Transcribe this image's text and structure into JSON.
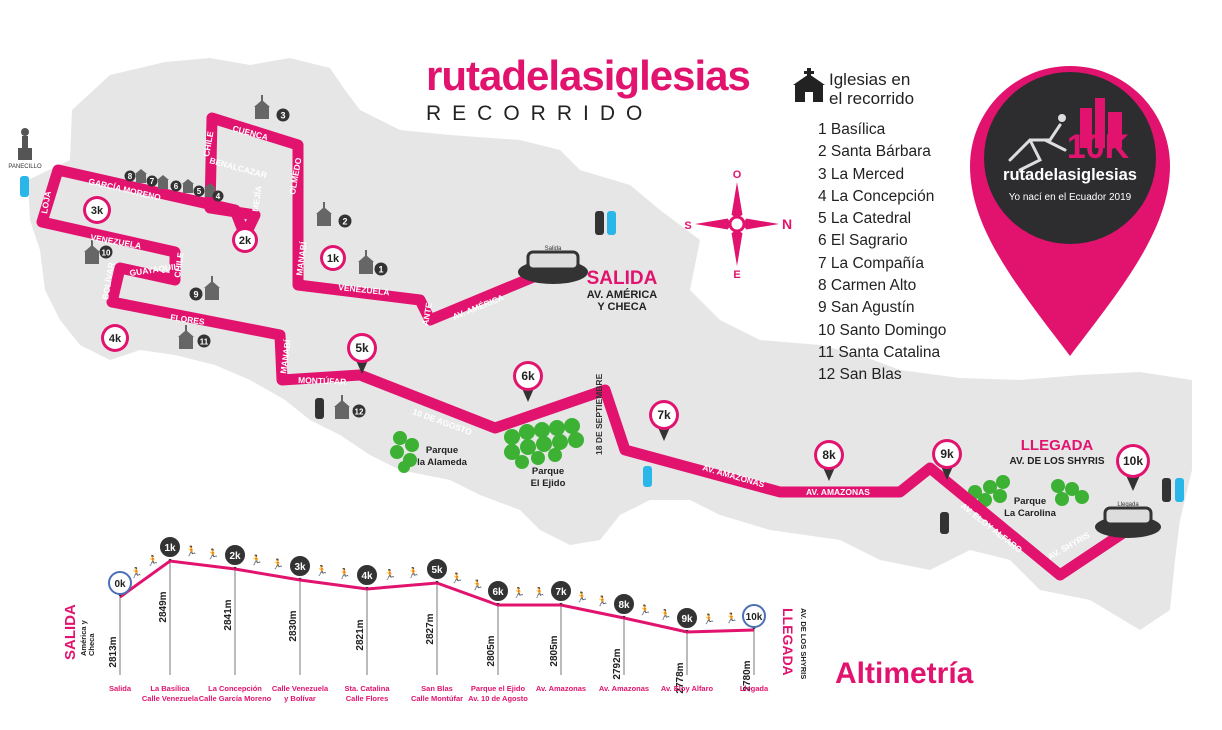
{
  "brand": {
    "title": "rutadelasiglesias",
    "subtitle": "RECORRIDO"
  },
  "legend": {
    "title_line1": "Iglesias en",
    "title_line2": "el recorrido",
    "churches": [
      "1 Basílica",
      "2 Santa Bárbara",
      "3 La Merced",
      "4 La Concepción",
      "5 La Catedral",
      "6 El Sagrario",
      "7 La Compañía",
      "8 Carmen Alto",
      "9 San Agustín",
      "10 Santo Domingo",
      "11 Santa Catalina",
      "12 San Blas"
    ]
  },
  "badge": {
    "big": "10K",
    "name": "rutadelasiglesias",
    "tagline": "Yo nací en el Ecuador 2019"
  },
  "compass": {
    "n": "N",
    "s": "S",
    "o": "O",
    "e": "E"
  },
  "map": {
    "start_title": "SALIDA",
    "start_line1": "AV. AMÉRICA",
    "start_line2": "Y CHECA",
    "start_small": "Salida",
    "finish_title": "LLEGADA",
    "finish_sub": "AV. DE LOS SHYRIS",
    "finish_small": "Llegada",
    "panecillo": "PANECILLO",
    "streets": {
      "loja": "LOJA",
      "garcia_moreno": "GARCÍA MORENO",
      "venezuela_w": "VENEZUELA",
      "guayaquil": "GUAYAQUIL",
      "chile_w": "CHILE",
      "bolivar": "BOLÍVAR",
      "flores": "FLORES",
      "chile_n": "CHILE",
      "cuenca": "CUENCA",
      "benalcazar": "BENALCAZAR",
      "mejia": "MEJÍA",
      "olmedo": "OLMEDO",
      "manabi_n": "MANABÍ",
      "venezuela_e": "VENEZUELA",
      "ante": "ANTE",
      "av_america": "AV. AMÉRICA",
      "manabi_s": "MANABÍ",
      "montufar": "MONTÚFAR",
      "diez_agosto": "10 DE AGOSTO",
      "septiembre": "18 DE SEPTIEMBRE",
      "amazonas1": "AV. AMAZONAS",
      "amazonas2": "AV. AMAZONAS",
      "eloy_alfaro": "AV. ELOY ALFARO",
      "shyris": "AV. SHYRIS"
    },
    "parks": {
      "alameda1": "Parque",
      "alameda2": "la Alameda",
      "ejido1": "Parque",
      "ejido2": "El Ejido",
      "carolina1": "Parque",
      "carolina2": "La Carolina"
    },
    "km_markers": [
      {
        "label": "1k"
      },
      {
        "label": "2k"
      },
      {
        "label": "3k"
      },
      {
        "label": "4k"
      },
      {
        "label": "5k"
      },
      {
        "label": "6k"
      },
      {
        "label": "7k"
      },
      {
        "label": "8k"
      },
      {
        "label": "9k"
      },
      {
        "label": "10k"
      }
    ],
    "church_numbers": [
      "1",
      "2",
      "3",
      "4",
      "5",
      "6",
      "7",
      "8",
      "9",
      "10",
      "11",
      "12"
    ]
  },
  "altimetry": {
    "title": "Altimetría",
    "start_title": "SALIDA",
    "start_sub": "América y Checa",
    "finish_title": "LLEGADA",
    "finish_sub": "AV. DE LOS SHYRIS",
    "points": [
      {
        "km": "0k",
        "elev": "2813m",
        "elev_value": 2813,
        "line1": "Salida",
        "line2": ""
      },
      {
        "km": "1k",
        "elev": "2849m",
        "elev_value": 2849,
        "line1": "La Basílica",
        "line2": "Calle Venezuela"
      },
      {
        "km": "2k",
        "elev": "2841m",
        "elev_value": 2841,
        "line1": "La Concepción",
        "line2": "Calle García Moreno"
      },
      {
        "km": "3k",
        "elev": "2830m",
        "elev_value": 2830,
        "line1": "Calle Venezuela",
        "line2": "y Bolívar"
      },
      {
        "km": "4k",
        "elev": "2821m",
        "elev_value": 2821,
        "line1": "Sta. Catalina",
        "line2": "Calle Flores"
      },
      {
        "km": "5k",
        "elev": "2827m",
        "elev_value": 2827,
        "line1": "San Blas",
        "line2": "Calle Montúfar"
      },
      {
        "km": "6k",
        "elev": "2805m",
        "elev_value": 2805,
        "line1": "Parque el Ejido",
        "line2": "Av. 10 de Agosto"
      },
      {
        "km": "7k",
        "elev": "2805m",
        "elev_value": 2805,
        "line1": "Av. Amazonas",
        "line2": ""
      },
      {
        "km": "8k",
        "elev": "2792m",
        "elev_value": 2792,
        "line1": "Av. Amazonas",
        "line2": ""
      },
      {
        "km": "9k",
        "elev": "2778m",
        "elev_value": 2778,
        "line1": "Av. Eloy Alfaro",
        "line2": ""
      },
      {
        "km": "10k",
        "elev": "2780m",
        "elev_value": 2780,
        "line1": "Llegada",
        "line2": ""
      }
    ]
  },
  "colors": {
    "accent": "#e2136e",
    "dark": "#333333",
    "map_bg": "#e6e6e6",
    "park": "#3cb134",
    "water": "#29b6e8"
  }
}
